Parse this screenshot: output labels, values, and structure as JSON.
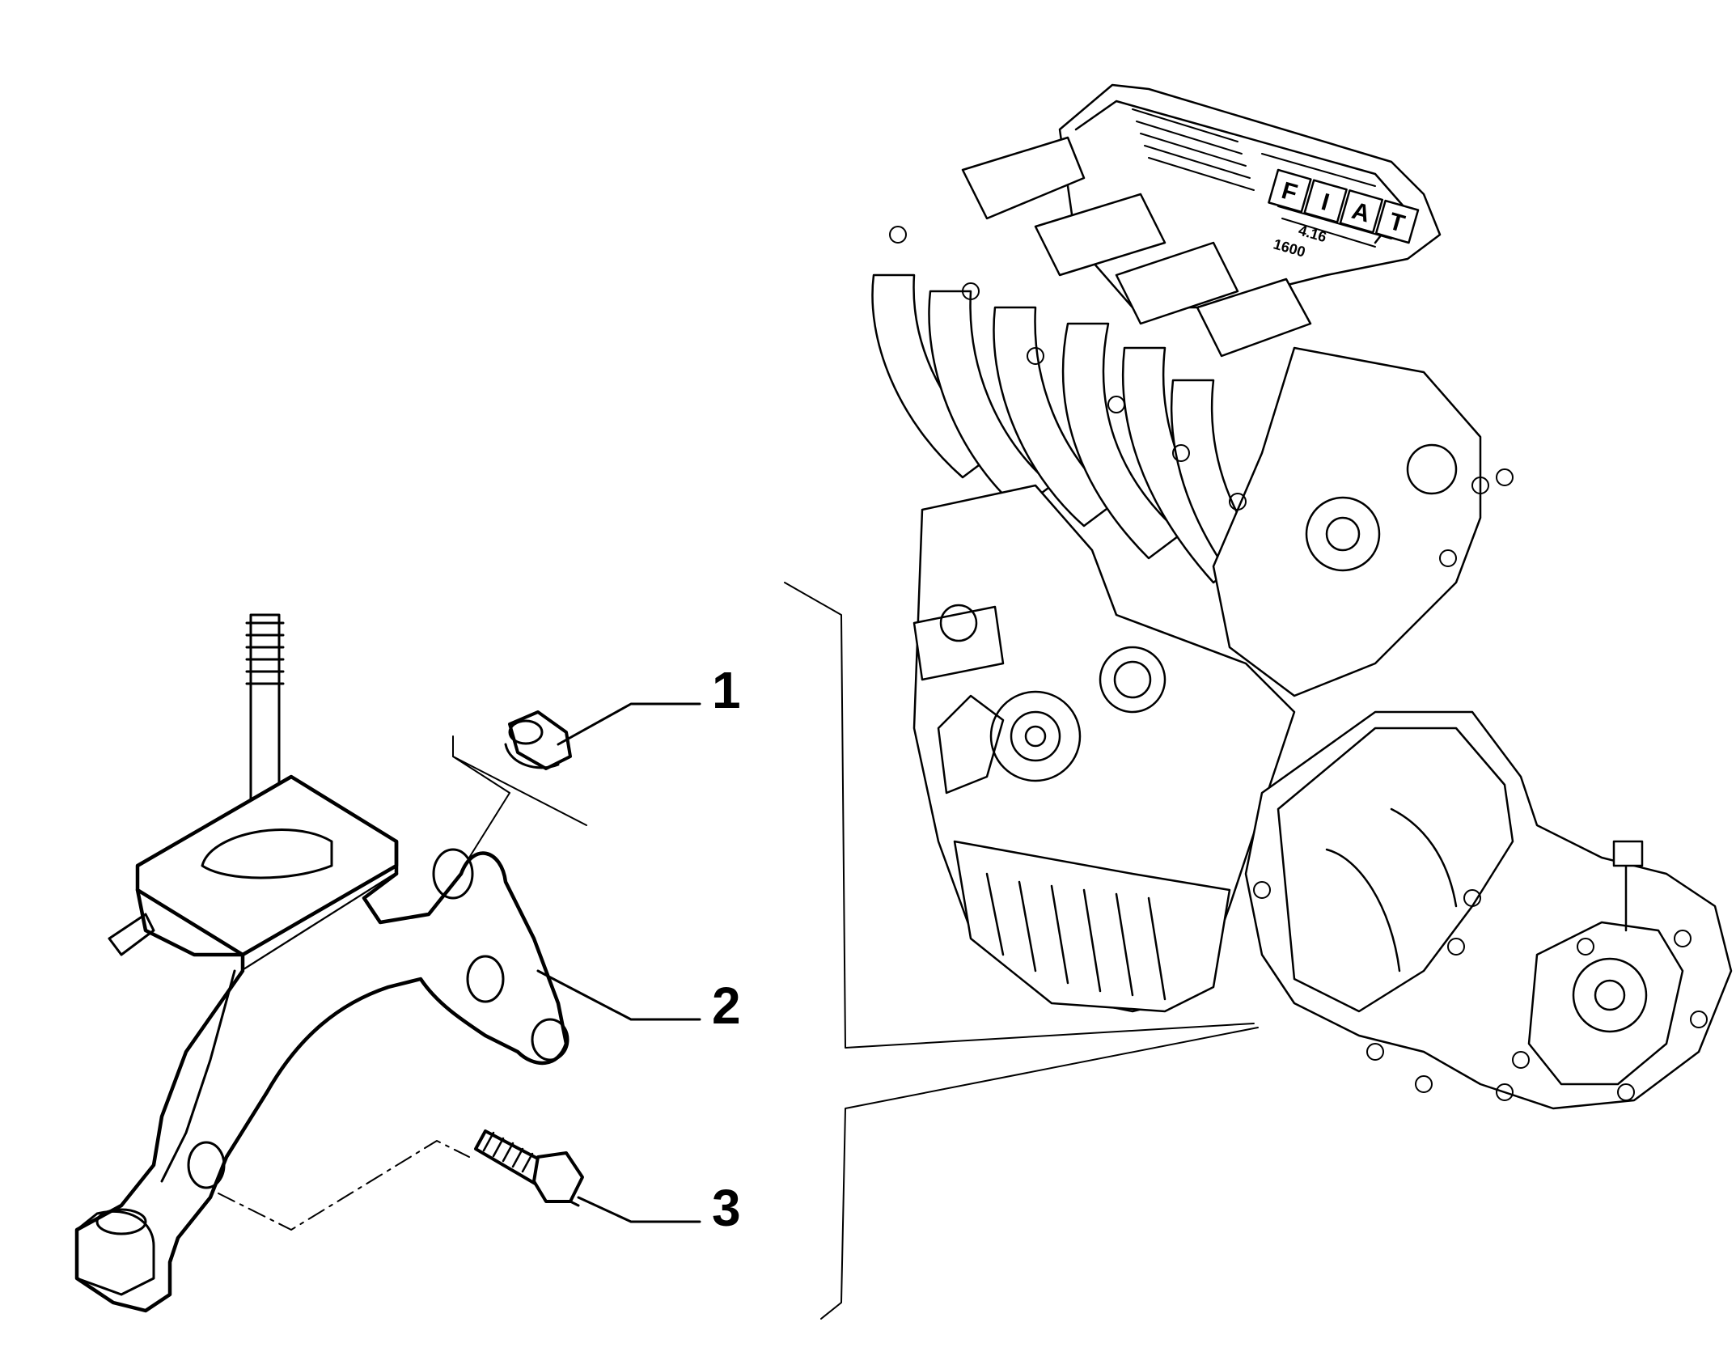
{
  "callouts": [
    {
      "number": "1",
      "part": "flange-nut"
    },
    {
      "number": "2",
      "part": "gearbox-mount-bracket"
    },
    {
      "number": "3",
      "part": "flange-bolt"
    }
  ],
  "engine_markings": {
    "brand_letters": [
      "F",
      "I",
      "A",
      "T"
    ],
    "valve_label": "4.16",
    "displacement_label": "1600"
  },
  "colors": {
    "line": "#000000",
    "background": "#ffffff"
  }
}
